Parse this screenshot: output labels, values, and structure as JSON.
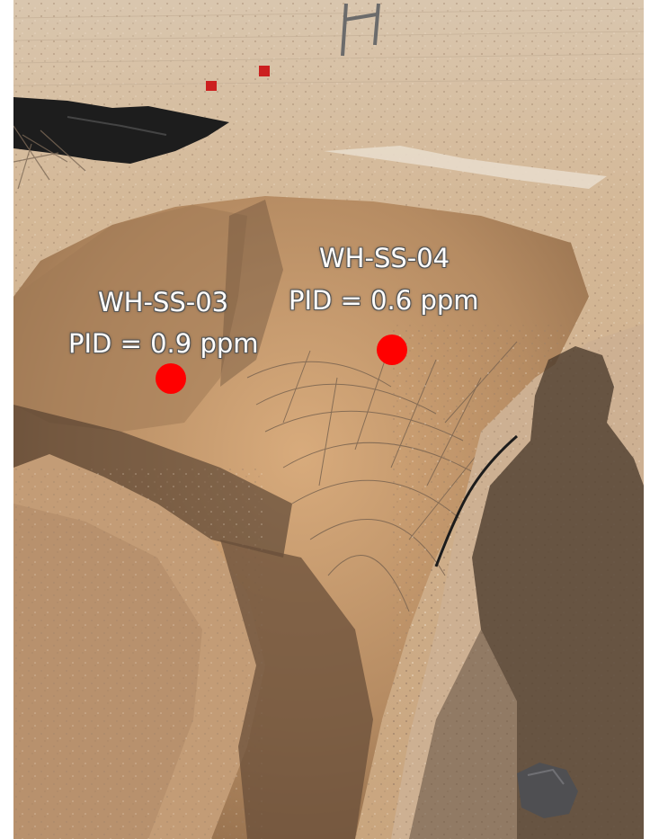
{
  "annotations": [
    {
      "id": "WH-SS-03",
      "sample_label": "WH-SS-03",
      "pid_label": "PID = 0.9 ppm"
    },
    {
      "id": "WH-SS-04",
      "sample_label": "WH-SS-04",
      "pid_label": "PID = 0.6 ppm"
    }
  ],
  "colors": {
    "marker": "#ff0000",
    "label_text": "#ffffff",
    "soil_light": "#d7bc9d",
    "soil_dark": "#8c6b4c",
    "shadow": "#4a3a2c"
  }
}
